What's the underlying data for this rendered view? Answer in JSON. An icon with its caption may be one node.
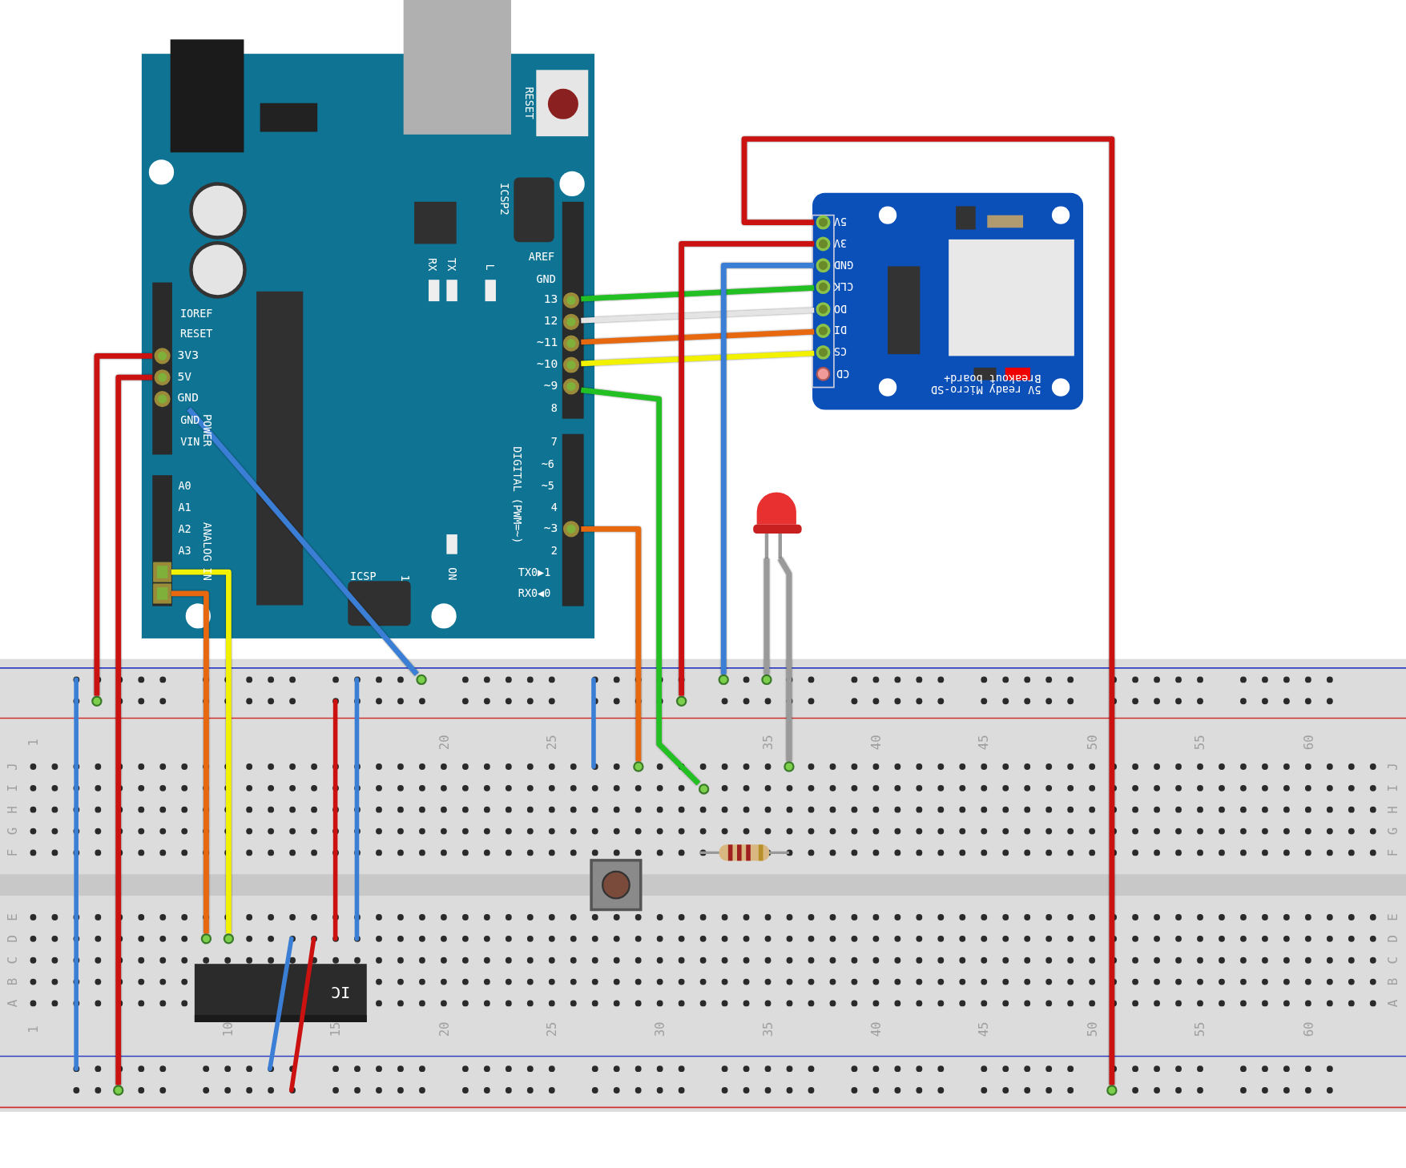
{
  "diagram": {
    "nodes": [
      {
        "text": [],
        "shape": "box"
      },
      {
        "text": [
          "3V3"
        ],
        "in": 0
      },
      {
        "text": [
          "5V"
        ],
        "in": 0
      },
      {
        "text": [
          "GND"
        ],
        "in": 0
      },
      {
        "text": [],
        "shape": "box",
        "in": 0
      },
      {
        "text": [],
        "shape": "box",
        "in": 0
      },
      {
        "text": [
          "13"
        ],
        "in": 0
      },
      {
        "text": [
          "12"
        ],
        "in": 0
      },
      {
        "text": [
          "~11"
        ],
        "in": 0
      },
      {
        "text": [
          "~10"
        ],
        "in": 0
      },
      {
        "text": [
          "~9"
        ],
        "in": 0
      },
      {
        "text": [
          "~3"
        ],
        "in": 0
      },
      {
        "text": [
          "5V ready Micro-SD Breakout board+"
        ]
      },
      {
        "text": [
          "5V"
        ],
        "in": 12
      },
      {
        "text": [
          "3V"
        ],
        "in": 12
      },
      {
        "text": [
          "GND"
        ],
        "in": 12
      },
      {
        "text": [
          "CLK"
        ],
        "in": 12
      },
      {
        "text": [
          "DO"
        ],
        "in": 12
      },
      {
        "text": [
          "DI"
        ],
        "in": 12
      },
      {
        "text": [
          "CS"
        ],
        "in": 12
      },
      {
        "text": [],
        "shape": "picture"
      },
      {
        "text": [],
        "shape": "box"
      },
      {
        "text": [],
        "shape": "box",
        "in": 21
      },
      {
        "text": [],
        "shape": "picture",
        "in": 21
      },
      {
        "text": [
          "IC"
        ],
        "in": 21
      },
      {
        "text": [],
        "shape": "circle",
        "in": 21
      },
      {
        "text": [],
        "shape": "circle",
        "in": 21
      },
      {
        "text": [],
        "shape": "circle",
        "in": 21
      },
      {
        "text": [],
        "shape": "circle",
        "in": 21
      },
      {
        "text": [],
        "shape": "circle",
        "in": 21
      },
      {
        "text": [],
        "shape": "circle",
        "in": 21
      },
      {
        "text": [],
        "shape": "circle",
        "in": 21
      },
      {
        "text": [],
        "shape": "circle",
        "in": 21
      },
      {
        "text": [],
        "shape": "circle",
        "in": 21
      },
      {
        "text": [],
        "shape": "circle",
        "in": 21
      },
      {
        "text": [],
        "shape": "circle",
        "in": 21
      },
      {
        "text": [],
        "shape": "circle",
        "in": 21
      }
    ],
    "edges": [
      {
        "from": 1,
        "to": 25,
        "arrow": "none",
        "color": "#cc1111"
      },
      {
        "from": 2,
        "to": 26,
        "arrow": "none",
        "color": "#cc1111"
      },
      {
        "from": 3,
        "to": 29,
        "arrow": "none",
        "color": "#3a7fd5"
      },
      {
        "from": 4,
        "to": 28,
        "arrow": "none",
        "color": "#f2f200"
      },
      {
        "from": 5,
        "to": 27,
        "arrow": "none",
        "color": "#e8680f"
      },
      {
        "from": 6,
        "to": 16,
        "arrow": "none",
        "color": "#22c022"
      },
      {
        "from": 7,
        "to": 17,
        "arrow": "none",
        "color": "#e4e4e4"
      },
      {
        "from": 8,
        "to": 18,
        "arrow": "none",
        "color": "#e8680f"
      },
      {
        "from": 9,
        "to": 19,
        "arrow": "none",
        "color": "#f2f200"
      },
      {
        "from": 10,
        "to": 32,
        "arrow": "none",
        "color": "#22c022"
      },
      {
        "from": 11,
        "to": 30,
        "arrow": "none",
        "color": "#e8680f"
      },
      {
        "from": 13,
        "to": 36,
        "arrow": "none",
        "color": "#cc1111"
      },
      {
        "from": 14,
        "to": 31,
        "arrow": "none",
        "color": "#cc1111"
      },
      {
        "from": 15,
        "to": 33,
        "arrow": "none",
        "color": "#3a7fd5"
      },
      {
        "from": 20,
        "to": 34,
        "arrow": "none",
        "color": "#9a9a9a"
      },
      {
        "from": 20,
        "to": 35,
        "arrow": "none",
        "color": "#9a9a9a"
      }
    ],
    "labels": [
      "RESET",
      "ICSP2",
      "RX",
      "TX",
      "L",
      "AREF",
      "GND",
      "8",
      "7",
      "~6",
      "~5",
      "4",
      "2",
      "TX0▶1",
      "RX0◀0",
      "IOREF",
      "RESET",
      "GND",
      "VIN",
      "POWER",
      "A0",
      "A1",
      "A2",
      "A3",
      "ANALOG IN",
      "DIGITAL (PWM=~)",
      "ICSP",
      "1",
      "ON",
      "CD",
      "1",
      "20",
      "25",
      "35",
      "40",
      "45",
      "50",
      "55",
      "60",
      "J",
      "I",
      "H",
      "G",
      "F",
      "E",
      "D",
      "C",
      "B",
      "A",
      "J",
      "I",
      "H",
      "G",
      "F",
      "E",
      "D",
      "C",
      "B",
      "A",
      "1",
      "10",
      "15",
      "20",
      "25",
      "30",
      "35",
      "40",
      "45",
      "50",
      "55",
      "60"
    ]
  }
}
